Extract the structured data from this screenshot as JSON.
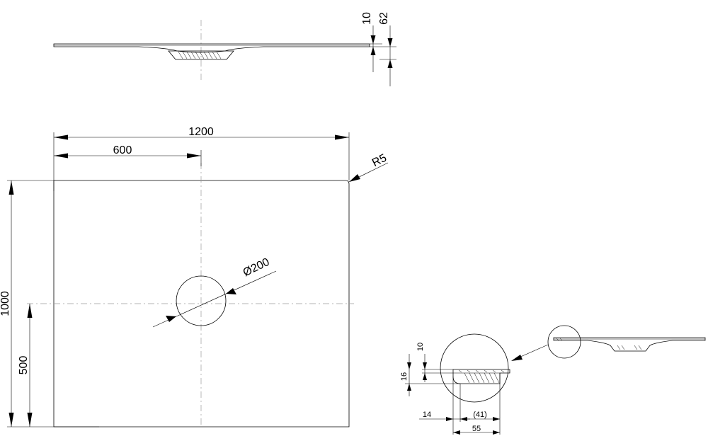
{
  "dimensions": {
    "overall_width": "1200",
    "half_width": "600",
    "overall_depth": "1000",
    "half_depth": "500",
    "corner_radius": "R5",
    "drain_diameter": "Ø200",
    "edge_thickness": "10",
    "total_height": "62"
  },
  "detail": {
    "rim_height": "10",
    "profile_height": "16",
    "inner_offset": "14",
    "reference_width": "(41)",
    "overall_width": "55"
  }
}
